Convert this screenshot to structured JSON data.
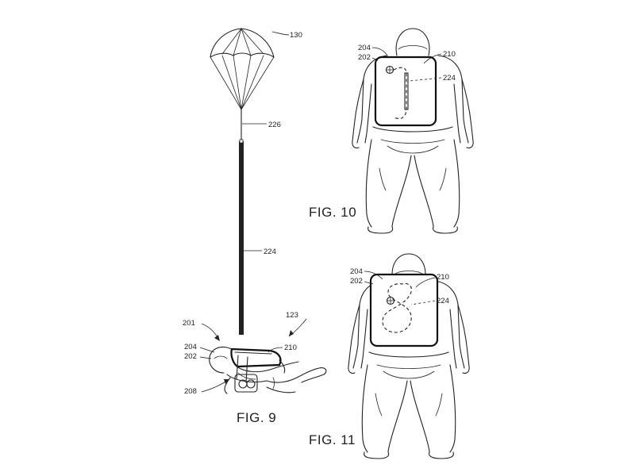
{
  "figures": {
    "fig9": {
      "caption": "FIG. 9",
      "refs": {
        "parachute": "130",
        "line_top": "226",
        "line_mid": "224",
        "assembly": "123",
        "person_top": "201",
        "helmet_a": "204",
        "helmet_b": "202",
        "pack": "210",
        "handle": "208"
      }
    },
    "fig10": {
      "caption": "FIG. 10",
      "refs": {
        "r204": "204",
        "r202": "202",
        "r210": "210",
        "r224": "224"
      }
    },
    "fig11": {
      "caption": "FIG. 11",
      "refs": {
        "r204": "204",
        "r202": "202",
        "r210": "210",
        "r224": "224"
      }
    }
  },
  "colors": {
    "ink": "#222222",
    "paper": "#ffffff"
  }
}
